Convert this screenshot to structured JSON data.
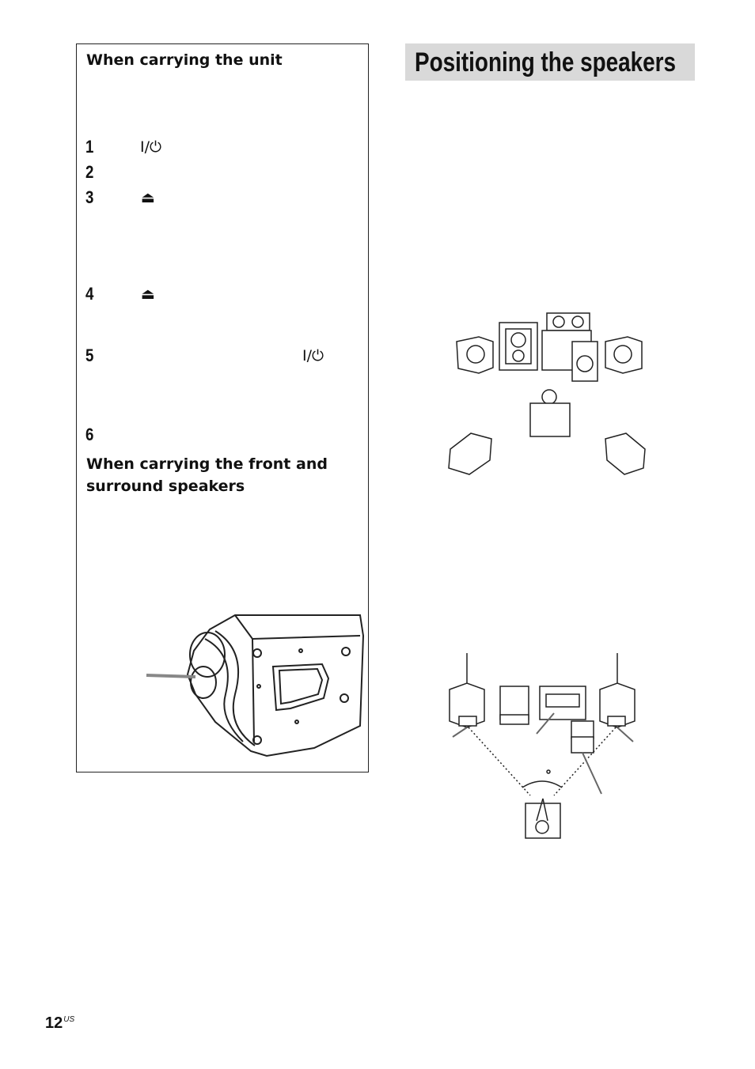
{
  "left_box": {
    "heading_unit": "When carrying the unit",
    "steps": [
      {
        "num": "1",
        "symbol": "I/⏻"
      },
      {
        "num": "2",
        "symbol": ""
      },
      {
        "num": "3",
        "symbol": "⏏"
      },
      {
        "num": "4",
        "symbol": "⏏"
      },
      {
        "num": "5",
        "symbol": "I/⏻"
      },
      {
        "num": "6",
        "symbol": ""
      }
    ],
    "heading_speakers_line1": "When carrying the front and",
    "heading_speakers_line2": "surround speakers"
  },
  "section": {
    "title": "Positioning the speakers"
  },
  "footer": {
    "page_number": "12",
    "page_suffix": "US"
  }
}
